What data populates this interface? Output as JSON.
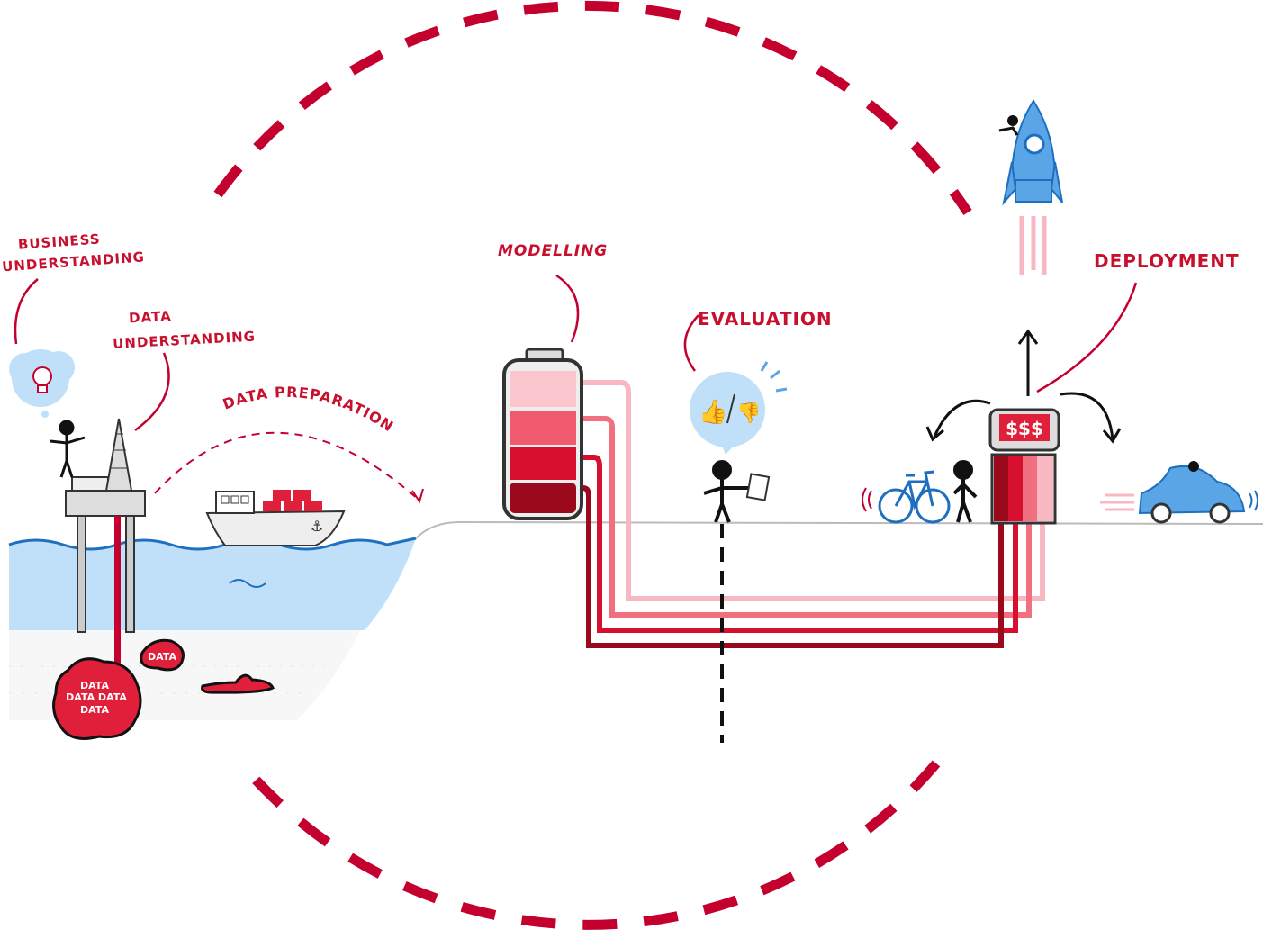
{
  "colors": {
    "accent": "#c4002f",
    "water": "#bfe0f8",
    "water_line": "#1e6fc0",
    "icon_blue": "#5aa5e6"
  },
  "labels": {
    "business_understanding": [
      "BUSINESS",
      "UNDERSTANDING"
    ],
    "data_understanding": [
      "DATA",
      "UNDERSTANDING"
    ],
    "data_preparation": "DATA PREPARATION",
    "modelling": "MODELLING",
    "evaluation": "EVALUATION",
    "deployment": "DEPLOYMENT"
  },
  "data_blobs": {
    "large": [
      "DATA",
      "DATA DATA",
      "DATA"
    ],
    "small": "DATA"
  },
  "deployment_sign": "$$$",
  "icons": [
    "lightbulb-icon",
    "oil-rig-icon",
    "ship-icon",
    "battery-icon",
    "thumbs-up-down-icon",
    "clipboard-icon",
    "bicycle-icon",
    "car-icon",
    "rocket-icon",
    "person-icon"
  ]
}
